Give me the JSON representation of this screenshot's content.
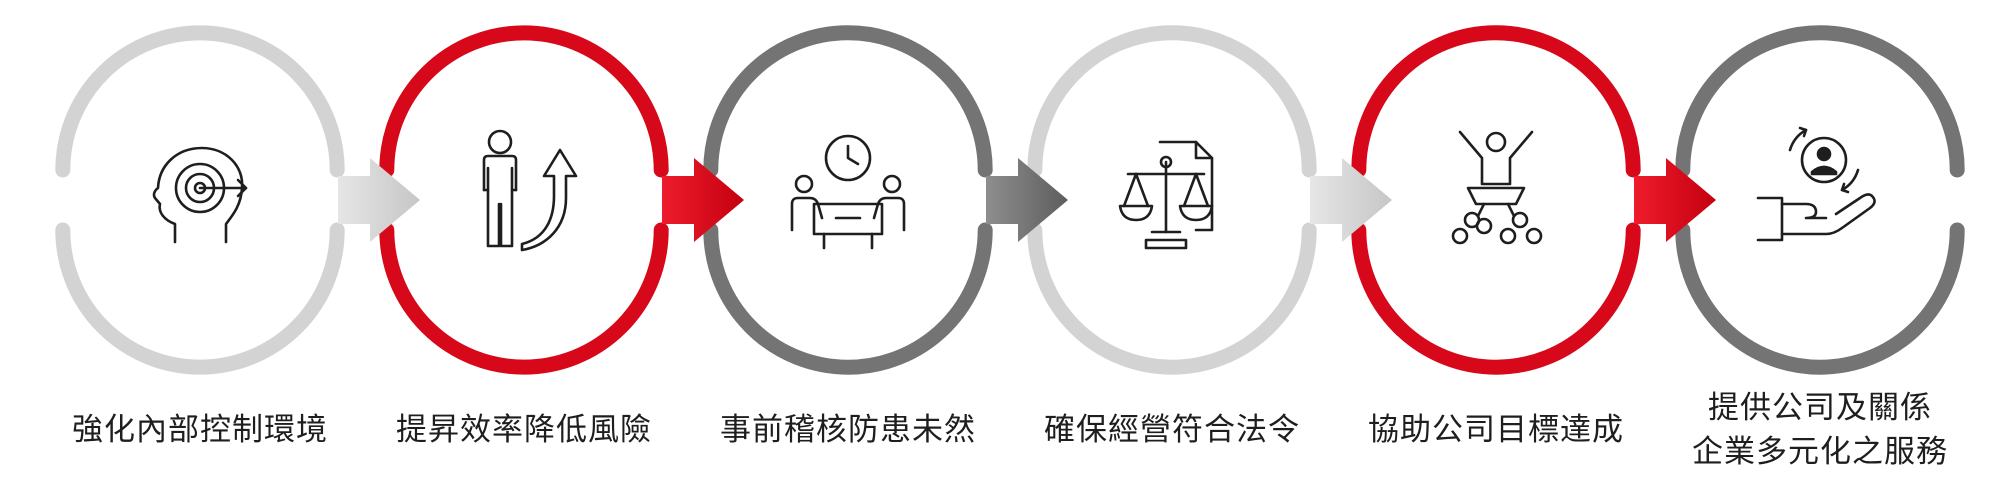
{
  "process": {
    "steps": [
      {
        "lines": [
          "強化內部控制環境"
        ],
        "icon": "head-target-icon",
        "ring_color": "light-gray"
      },
      {
        "lines": [
          "提昇效率降低風險"
        ],
        "icon": "person-growth-arrow-icon",
        "ring_color": "red"
      },
      {
        "lines": [
          "事前稽核防患未然"
        ],
        "icon": "meeting-clock-icon",
        "ring_color": "dark-gray"
      },
      {
        "lines": [
          "確保經營符合法令"
        ],
        "icon": "scales-document-icon",
        "ring_color": "light-gray"
      },
      {
        "lines": [
          "協助公司目標達成"
        ],
        "icon": "leader-team-icon",
        "ring_color": "red"
      },
      {
        "lines": [
          "提供公司及關係",
          "企業多元化之服務"
        ],
        "icon": "hand-service-icon",
        "ring_color": "dark-gray"
      }
    ],
    "colors": {
      "light_gray": "#d3d3d3",
      "red": "#d6081a",
      "dark_gray": "#747474",
      "icon": "#1e1e1e",
      "text": "#1e1e1e"
    }
  }
}
